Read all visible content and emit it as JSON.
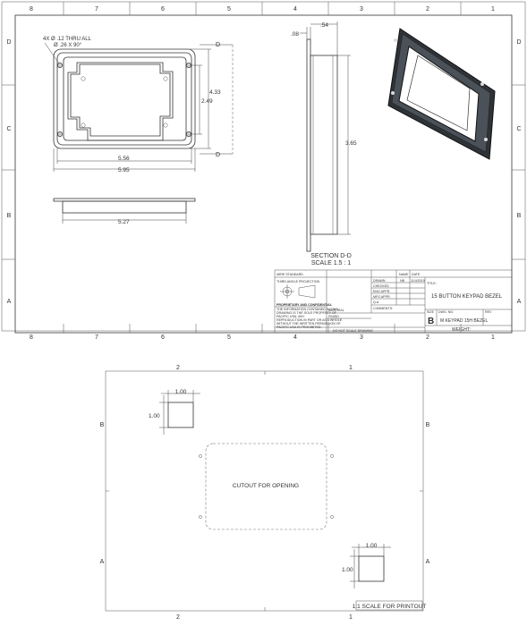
{
  "zones": {
    "cols": [
      "8",
      "7",
      "6",
      "5",
      "4",
      "3",
      "2",
      "1"
    ],
    "rows": [
      "D",
      "C",
      "B",
      "A"
    ],
    "cols2": [
      "2",
      "1"
    ],
    "rows2": [
      "B",
      "A"
    ]
  },
  "front_view": {
    "hole_callout_1": "4X Ø .12 THRU ALL",
    "hole_callout_2": "Ø .26 X 90°",
    "dim_width_inner": "5.56",
    "dim_width_outer": "5.95",
    "dim_height_outer": "4.33",
    "dim_height_inner": "2.49",
    "section_mark": "D"
  },
  "bottom_view": {
    "dim_width": "5.27"
  },
  "section_view": {
    "dim_thickness": ".08",
    "dim_depth": ".54",
    "dim_height": "3.65",
    "label": "SECTION D-D",
    "scale": "SCALE 1.5 : 1"
  },
  "title_block": {
    "wire_standard": "WIRE STANDARD",
    "third_angle": "THIRD ANGLE PROJECTION",
    "prop_title": "PROPRIETARY AND CONFIDENTIAL",
    "prop_text_1": "THE INFORMATION CONTAINED IN THIS",
    "prop_text_2": "DRAWING IS THE SOLE PROPERTY OF",
    "prop_text_3": "PACIFIC USA. ANY",
    "prop_text_4": "REPRODUCTION IN PART OR AS A WHOLE",
    "prop_text_5": "WITHOUT THE WRITTEN PERMISSION OF",
    "prop_text_6": "PACIFIC USA IS PROHIBITED.",
    "material": "MATERIAL",
    "finish": "FINISH",
    "do_not_scale": "DO NOT SCALE DRAWING",
    "name_hdr": "NAME",
    "date_hdr": "DATE",
    "drawn": "DRAWN",
    "drawn_name": "NB",
    "drawn_date": "11/4/2019",
    "checked": "CHECKED",
    "eng_appr": "ENG APPR.",
    "mfg_appr": "MFG APPR.",
    "qa": "Q.A.",
    "comments": "COMMENTS:",
    "title_label": "TITLE:",
    "title": "15 BUTTON KEYPAD BEZEL",
    "size_label": "SIZE",
    "size": "B",
    "dwg_label": "DWG.  NO.",
    "dwg_no": "M KEYPAD 15H BEZEL",
    "rev_label": "REV",
    "weight_label": "WEIGHT:"
  },
  "template": {
    "square_1_w": "1.00",
    "square_1_h": "1.00",
    "square_2_w": "1.00",
    "square_2_h": "1.00",
    "cutout_label": "CUTOUT FOR OPENING",
    "scale_label": "1:1 SCALE FOR PRINTOUT"
  }
}
